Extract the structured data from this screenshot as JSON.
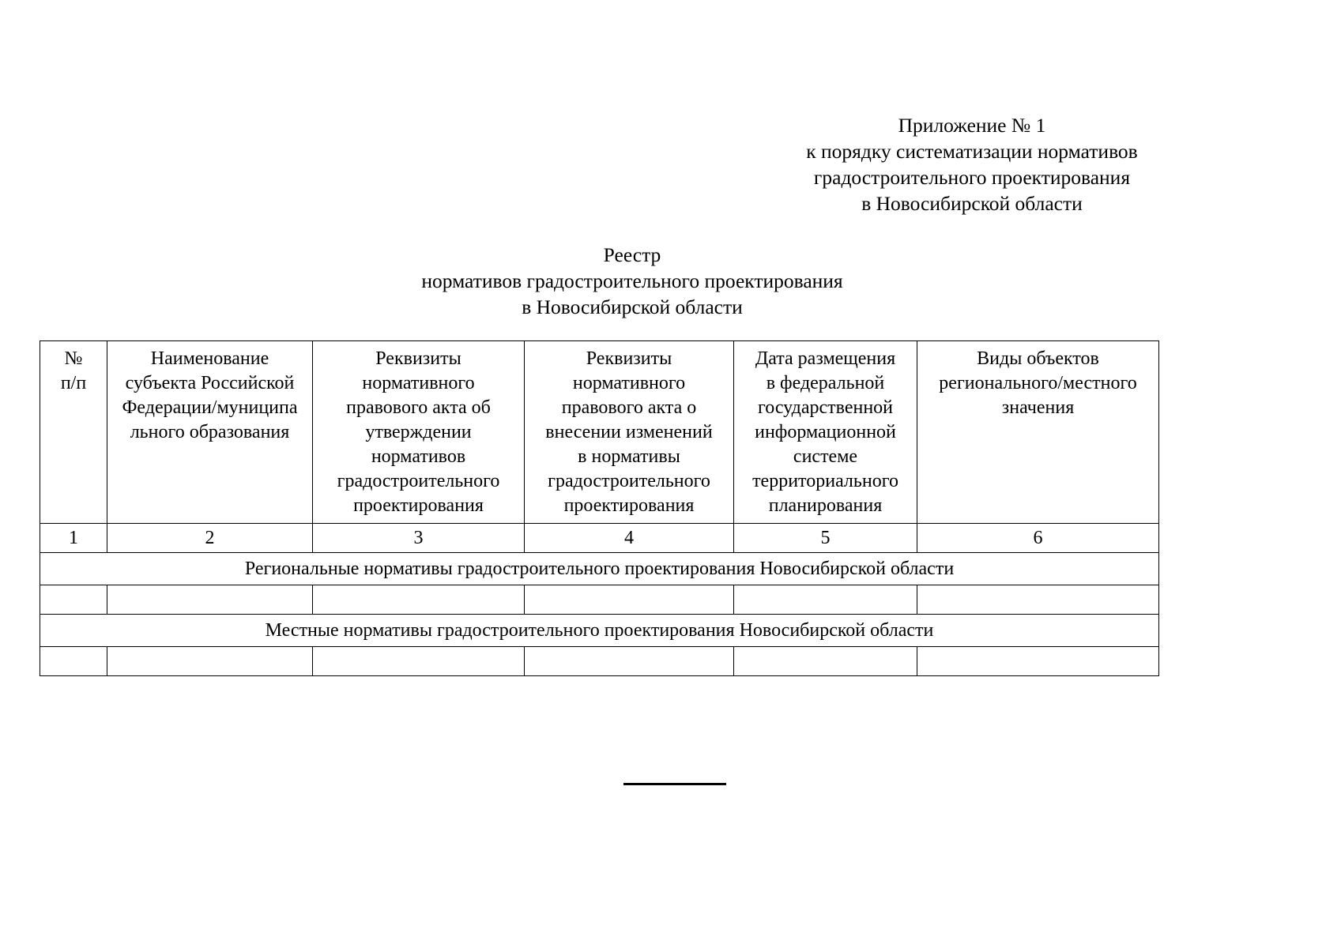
{
  "appendix": {
    "lines": [
      "Приложение № 1",
      "к порядку систематизации нормативов",
      "градостроительного проектирования",
      "в Новосибирской области"
    ]
  },
  "title": {
    "lines": [
      "Реестр",
      "нормативов градостроительного проектирования",
      "в Новосибирской области"
    ]
  },
  "table": {
    "headers": [
      {
        "lines": [
          "№",
          "п/п"
        ]
      },
      {
        "lines": [
          "Наименование",
          "субъекта Российской",
          "Федерации/муниципа",
          "льного образования"
        ]
      },
      {
        "lines": [
          "Реквизиты",
          "нормативного",
          "правового акта об",
          "утверждении",
          "нормативов",
          "градостроительного",
          "проектирования"
        ]
      },
      {
        "lines": [
          "Реквизиты",
          "нормативного",
          "правового акта о",
          "внесении изменений",
          "в нормативы",
          "градостроительного",
          "проектирования"
        ]
      },
      {
        "lines": [
          "Дата размещения",
          "в федеральной",
          "государственной",
          "информационной",
          "системе",
          "территориального",
          "планирования"
        ]
      },
      {
        "lines": [
          "Виды объектов",
          "регионального/местного",
          "значения"
        ]
      }
    ],
    "column_numbers": [
      "1",
      "2",
      "3",
      "4",
      "5",
      "6"
    ],
    "sections": [
      {
        "label": "Региональные нормативы градостроительного проектирования Новосибирской области",
        "rows": [
          [
            "",
            "",
            "",
            "",
            "",
            ""
          ]
        ]
      },
      {
        "label": "Местные нормативы градостроительного проектирования Новосибирской области",
        "rows": [
          [
            "",
            "",
            "",
            "",
            "",
            ""
          ]
        ]
      }
    ]
  }
}
